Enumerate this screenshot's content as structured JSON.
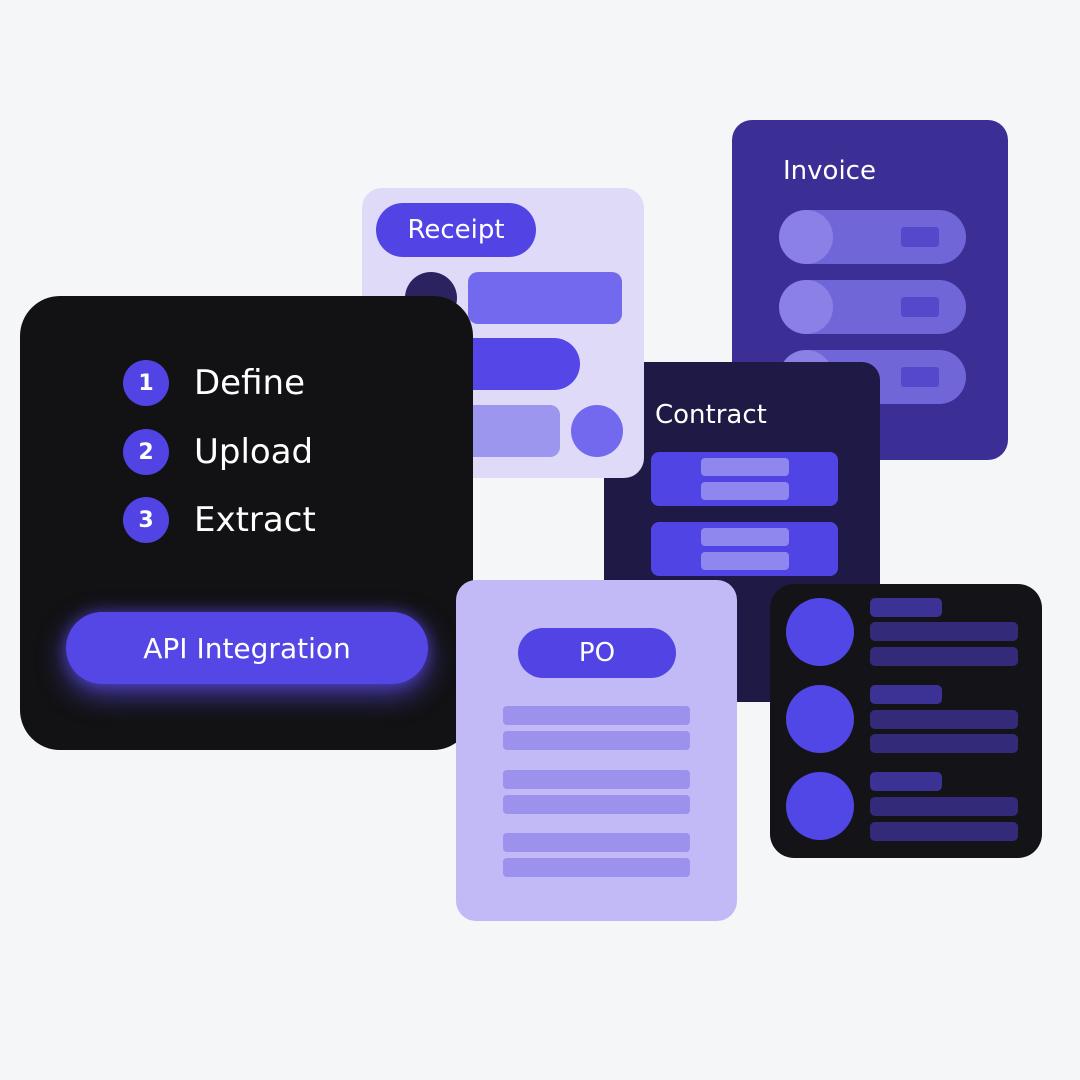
{
  "colors": {
    "background": "#f5f6f8",
    "accent": "#5244e4",
    "invoice_card": "#3b2f96",
    "contract_card": "#1f1a45",
    "receipt_card": "#dedaf8",
    "steps_card": "#121214",
    "po_card": "#c2b9f7",
    "profiles_card": "#141418"
  },
  "steps": {
    "items": [
      {
        "number": "1",
        "label": "Define"
      },
      {
        "number": "2",
        "label": "Upload"
      },
      {
        "number": "3",
        "label": "Extract"
      }
    ],
    "button_label": "API Integration"
  },
  "receipt": {
    "title": "Receipt"
  },
  "invoice": {
    "title": "Invoice"
  },
  "contract": {
    "title": "Contract"
  },
  "po": {
    "title": "PO"
  }
}
